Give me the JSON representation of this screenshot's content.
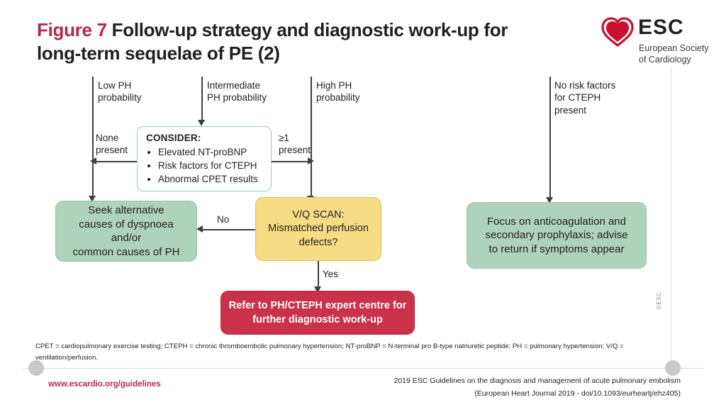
{
  "header": {
    "figure_number": "Figure 7",
    "title": "Follow-up strategy and diagnostic work-up for long-term sequelae of PE (2)",
    "logo": {
      "acronym": "ESC",
      "line1": "European Society",
      "line2": "of Cardiology",
      "heart_color": "#c8102e"
    }
  },
  "colors": {
    "figure_number": "#b5294a",
    "green_box": "#aed3bc",
    "yellow_box": "#f6dd85",
    "red_box": "#c93248",
    "consider_border": "#9fc6d8",
    "connector": "#3f3f3f"
  },
  "flow": {
    "entry_labels": [
      {
        "id": "low",
        "text": "Low PH\nprobability"
      },
      {
        "id": "intermediate",
        "text": "Intermediate\nPH probability"
      },
      {
        "id": "high",
        "text": "High PH\nprobability"
      },
      {
        "id": "no-risk",
        "text": "No risk factors\nfor CTEPH\npresent"
      }
    ],
    "consider": {
      "heading": "CONSIDER:",
      "items": [
        "Elevated  NT-proBNP",
        "Risk factors for CTEPH",
        "Abnormal  CPET results"
      ]
    },
    "edge_labels": [
      {
        "id": "none-present",
        "text": "None\npresent"
      },
      {
        "id": "at-least-one-present",
        "text": "≥1\npresent"
      },
      {
        "id": "no",
        "text": "No"
      },
      {
        "id": "yes",
        "text": "Yes"
      }
    ],
    "nodes": [
      {
        "id": "seek-alternative",
        "type": "green",
        "text": "Seek alternative\ncauses of dyspnoea\nand/or\ncommon causes of PH"
      },
      {
        "id": "vq-scan",
        "type": "yellow",
        "text": "V/Q SCAN:\nMismatched perfusion\ndefects?"
      },
      {
        "id": "refer-expert-centre",
        "type": "red",
        "text": "Refer to PH/CTEPH expert centre for\nfurther diagnostic work-up"
      },
      {
        "id": "focus-anticoagulation",
        "type": "green",
        "text": "Focus on anticoagulation and\nsecondary prophylaxis;  advise\nto return if symptoms appear"
      }
    ]
  },
  "footer": {
    "abbreviations": "CPET = cardiopulmonary exercise testing; CTEPH = chronic thromboembolic pulmonary hypertension; NT-proBNP = N-terminal pro B-type natriuretic peptide; PH = pulmonary hypertension; V/Q = ventilation/perfusion.",
    "url": "www.escardio.org/guidelines",
    "citation_line1": "2019 ESC Guidelines on the diagnosis and management of acute pulmonary embolism",
    "citation_line2": "(European Heart Journal 2019 - doi/10.1093/eurheartj/ehz405)",
    "copyright": "©ESC"
  }
}
